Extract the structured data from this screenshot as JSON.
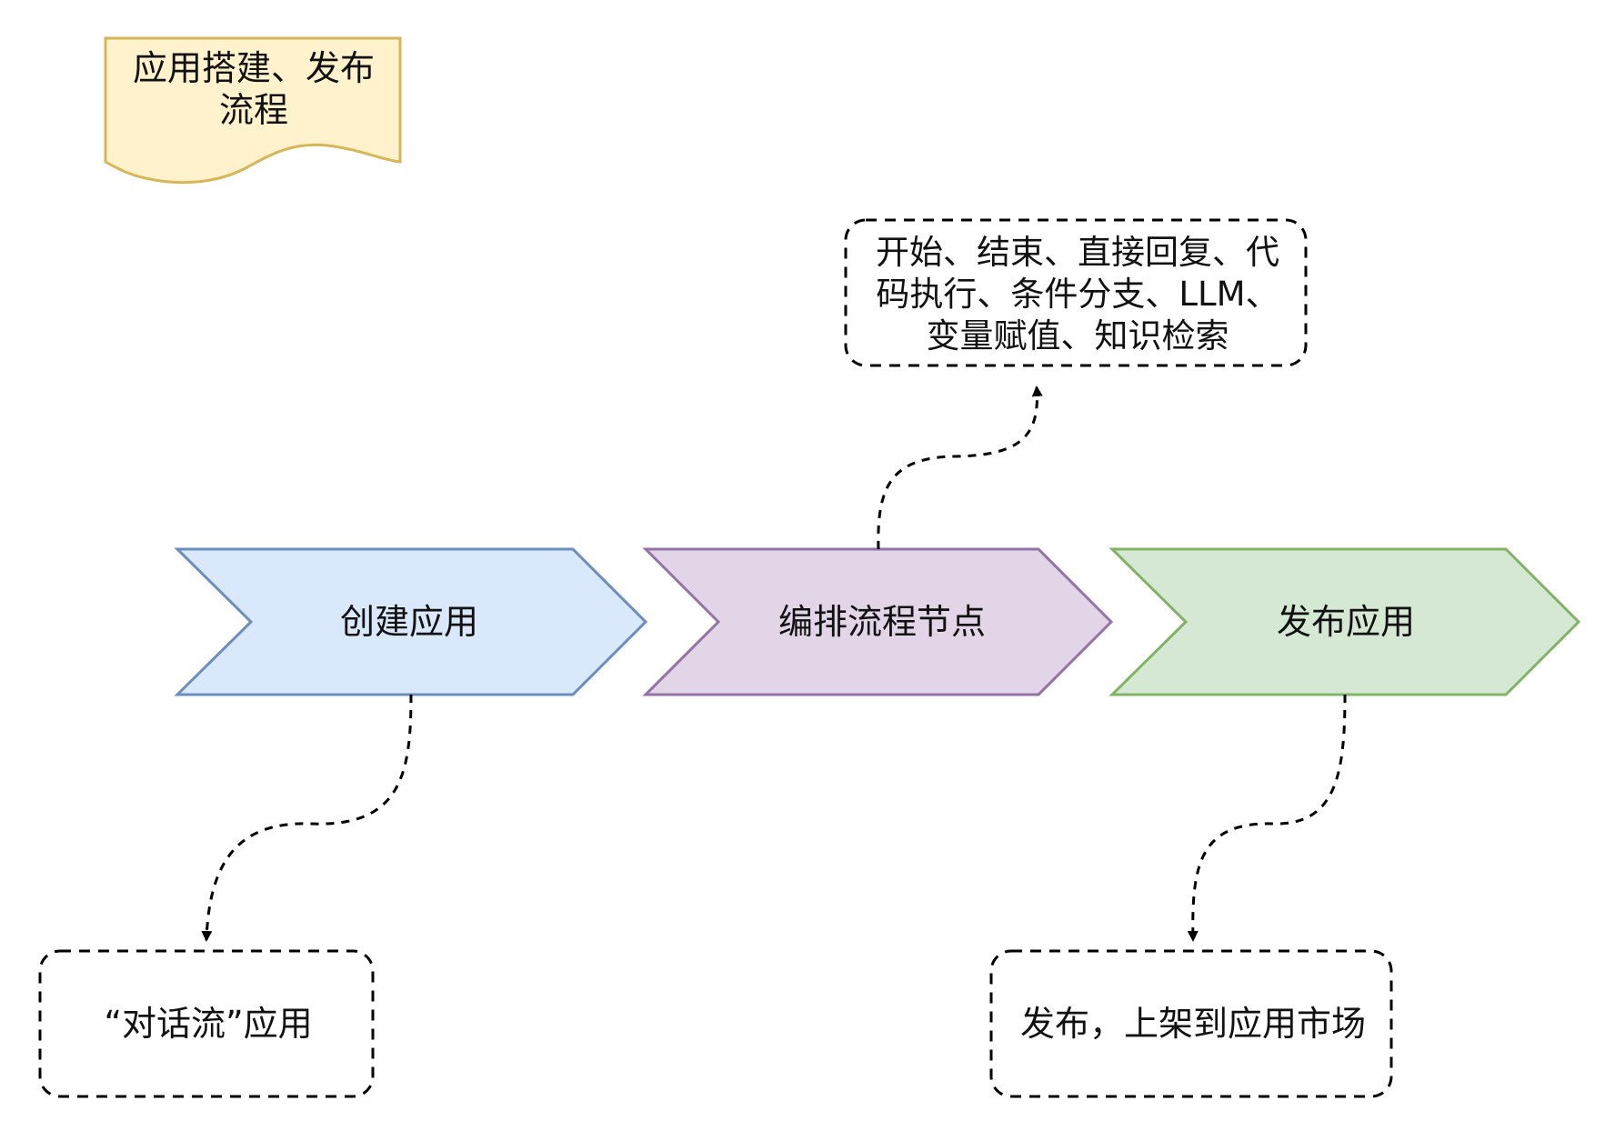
{
  "title_note": {
    "text": "应用搭建、发布\n流程"
  },
  "steps": [
    {
      "label": "创建应用",
      "fill": "#dae8fc",
      "stroke": "#6c8ebf"
    },
    {
      "label": "编排流程节点",
      "fill": "#e1d5e7",
      "stroke": "#9673a6"
    },
    {
      "label": "发布应用",
      "fill": "#d5e8d4",
      "stroke": "#82b366"
    }
  ],
  "notes": {
    "node_types": "开始、结束、直接回复、代\n码执行、条件分支、LLM、\n变量赋值、知识检索",
    "create_result": "“对话流”应用",
    "publish_result": "发布，上架到应用市场"
  },
  "colors": {
    "note_fill": "#fff2cc",
    "note_stroke": "#d6b656",
    "connector": "#000000"
  }
}
